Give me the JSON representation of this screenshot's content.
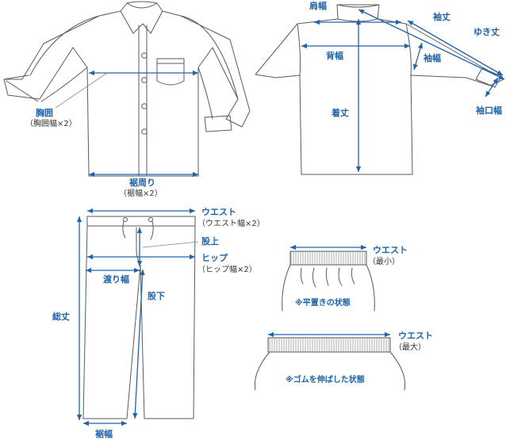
{
  "shirt_front": {
    "chest_label": "胸囲",
    "chest_sub": "（胸囲幅×2）",
    "hem_label": "裾周り",
    "hem_sub": "（裾幅×2）"
  },
  "shirt_back": {
    "shoulder_label": "肩幅",
    "back_width_label": "背幅",
    "length_label": "着丈",
    "sleeve_length_label": "袖丈",
    "yuki_label": "ゆき丈",
    "sleeve_width_label": "袖幅",
    "cuff_label": "袖口幅"
  },
  "pants": {
    "waist_label": "ウエスト",
    "waist_sub": "（ウエスト幅×2）",
    "rise_label": "股上",
    "hip_label": "ヒップ",
    "hip_sub": "（ヒップ幅×2）",
    "thigh_label": "渡り幅",
    "inseam_label": "股下",
    "total_length_label": "総丈",
    "hem_label": "裾幅"
  },
  "waist_flat": {
    "label": "ウエスト",
    "sub": "（最小）",
    "note": "※平置きの状態"
  },
  "waist_stretched": {
    "label": "ウエスト",
    "sub": "（最大）",
    "note": "※ゴムを伸ばした状態"
  },
  "colors": {
    "measure": "#1f63ac",
    "garment_outline": "#5a5a5a",
    "sub_text": "#333333"
  }
}
